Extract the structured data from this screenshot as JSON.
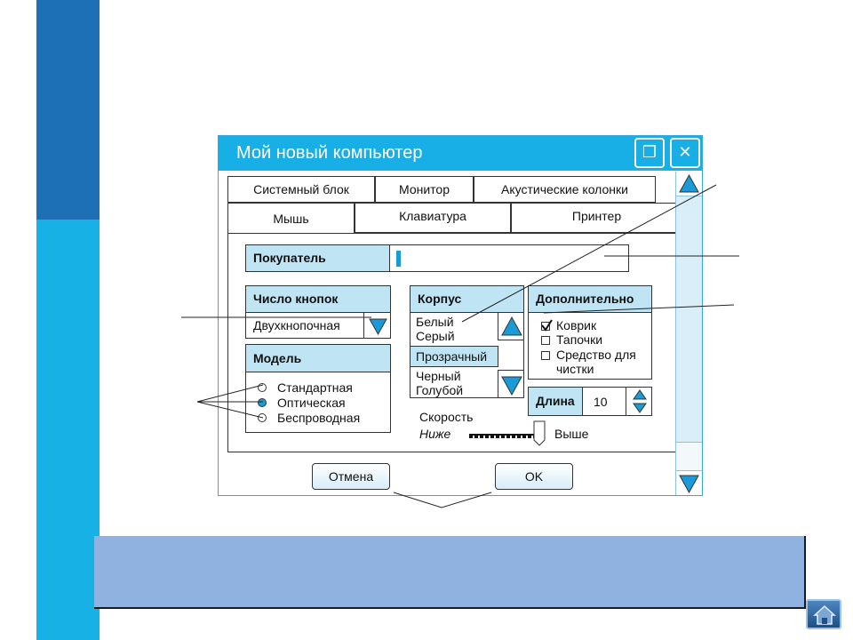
{
  "window": {
    "title": "Мой новый компьютер",
    "restore_icon": "❐",
    "close_icon": "✕"
  },
  "tabs_row1": [
    "Системный блок",
    "Монитор",
    "Акустические колонки"
  ],
  "tabs_row2": [
    "Мышь",
    "Клавиатура",
    "Принтер"
  ],
  "buyer": {
    "label": "Покупатель",
    "value": ""
  },
  "buttons_count": {
    "label": "Число кнопок",
    "value": "Двухкнопочная"
  },
  "model": {
    "label": "Модель",
    "options": [
      "Стандартная",
      "Оптическая",
      "Беспроводная"
    ],
    "selected": 1
  },
  "body": {
    "label": "Корпус",
    "options": [
      "Белый",
      "Серый",
      "Прозрачный",
      "Черный",
      "Голубой"
    ],
    "selected": "Прозрачный"
  },
  "extra": {
    "label": "Дополнительно",
    "items": [
      "Коврик",
      "Тапочки",
      "Средство для",
      "чистки"
    ],
    "checked": [
      "Коврик"
    ]
  },
  "length": {
    "label": "Длина",
    "value": "10"
  },
  "speed": {
    "label": "Скорость",
    "low": "Ниже",
    "high": "Выше"
  },
  "actions": {
    "cancel": "Отмена",
    "ok": "OK"
  },
  "colors": {
    "title_bar": "#18aee6",
    "header_fill": "#bfe5f5",
    "arrow": "#1a9ad6",
    "footer": "#8fb2e0"
  }
}
